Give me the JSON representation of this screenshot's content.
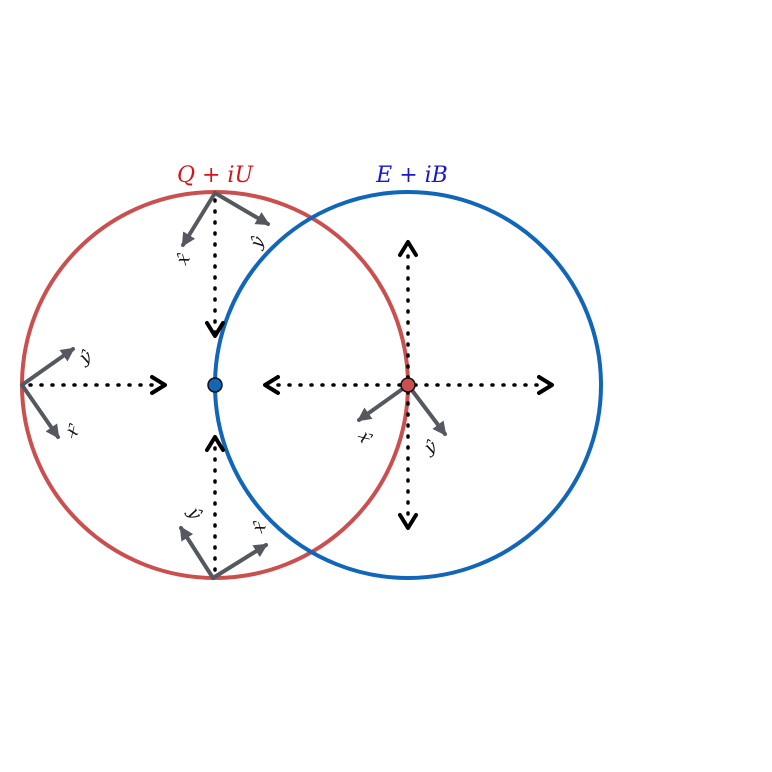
{
  "labels": {
    "left_circle_title": "Q + iU",
    "right_circle_title": "E + iB",
    "x_hat": "x̂",
    "y_hat": "ŷ"
  },
  "colors": {
    "left_circle": "#c9504f",
    "right_circle": "#1166b8",
    "left_title": "#d4161b",
    "right_title": "#1b17c9",
    "basis_arrow": "#55595f",
    "dotted_arrow": "#000000",
    "center_dot_blue": "#1166b8",
    "center_dot_red": "#c9504f"
  }
}
